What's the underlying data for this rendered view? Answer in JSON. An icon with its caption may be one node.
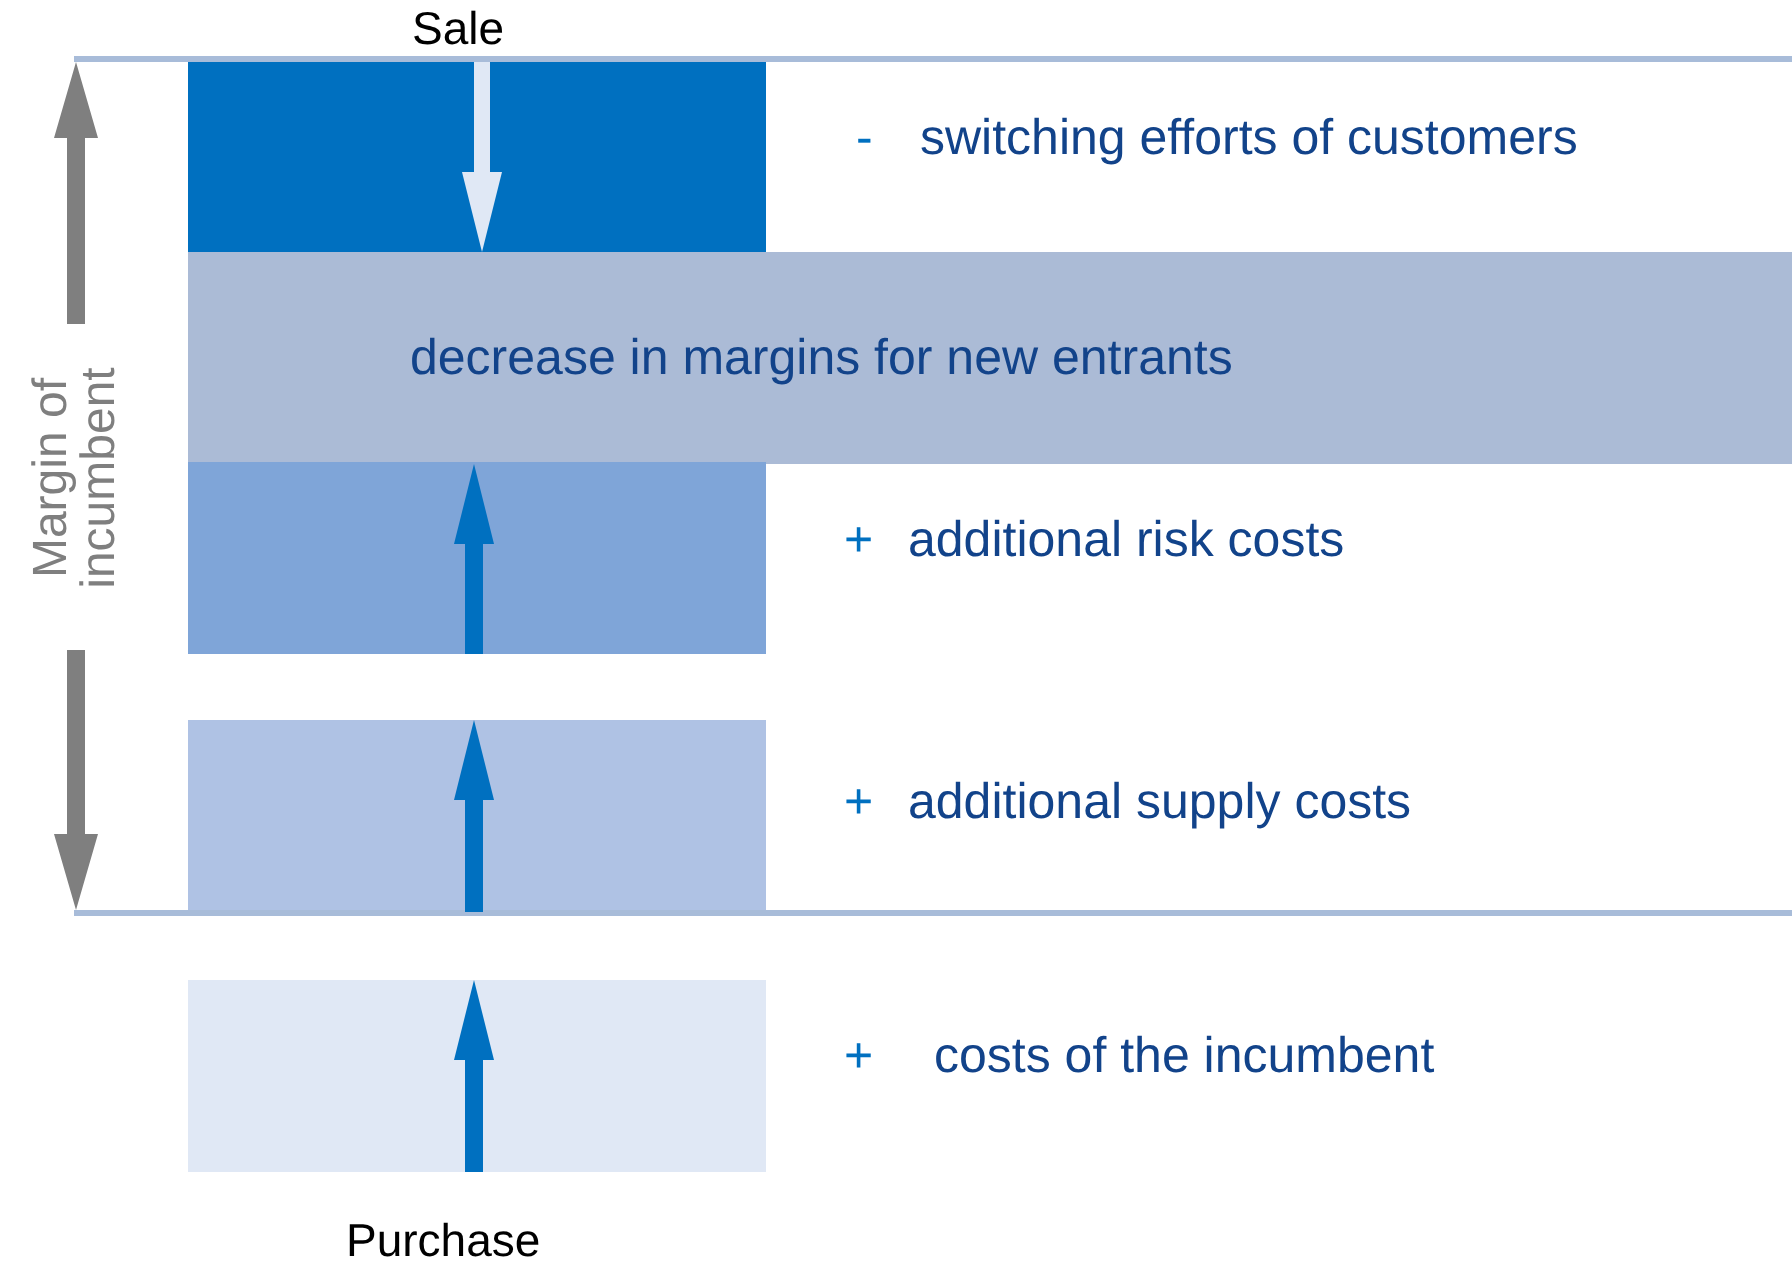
{
  "diagram": {
    "nodes": [
      {
        "text": [
          "Sale"
        ]
      },
      {
        "text": [],
        "shape": "box",
        "beside": [
          "-",
          "switching efforts of customers"
        ]
      },
      {
        "text": [
          "decrease in margins for new entrants"
        ]
      },
      {
        "text": [],
        "shape": "box",
        "beside": [
          "+",
          "additional risk costs"
        ]
      },
      {
        "text": [],
        "shape": "box",
        "beside": [
          "+",
          "additional supply costs"
        ]
      },
      {
        "text": [],
        "shape": "box",
        "beside": [
          "+",
          "costs of the incumbent"
        ]
      },
      {
        "text": [
          "Purchase"
        ]
      }
    ],
    "edges": [
      {
        "from": 3,
        "to": 2,
        "arrow": "to"
      }
    ],
    "labels": [
      "Margin of incumbent"
    ]
  }
}
